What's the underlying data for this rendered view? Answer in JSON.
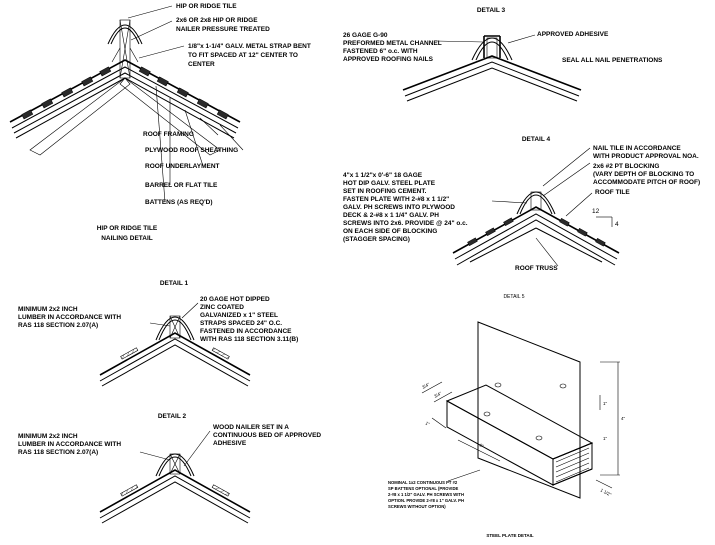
{
  "detail_top_left": {
    "callouts": [
      "HIP OR RIDGE TILE",
      "2x6 OR 2x8 HIP OR RIDGE",
      "NAILER PRESSURE TREATED",
      "1/8\"x 1-1/4\" GALV. METAL STRAP BENT",
      "TO FIT SPACED AT 12\" CENTER TO",
      "CENTER",
      "ROOF FRAMING",
      "PLYWOOD ROOF SHEATHING",
      "ROOF UNDERLAYMENT",
      "BARREL OR FLAT TILE",
      "BATTENS (AS REQ'D)"
    ],
    "caption_line1": "HIP OR RIDGE TILE",
    "caption_line2": "NAILING DETAIL"
  },
  "detail_1": {
    "title": "DETAIL 1",
    "left_lines": [
      "MINIMUM 2x2 INCH",
      "LUMBER IN ACCORDANCE WITH",
      "RAS 118 SECTION 2.07(A)"
    ],
    "right_lines": [
      "20 GAGE HOT DIPPED",
      "ZINC COATED",
      "GALVANIZED x 1\" STEEL",
      "STRAPS SPACED 24\" O.C.",
      "FASTENED IN ACCORDANCE",
      "WITH RAS 118 SECTION 3.11(B)"
    ]
  },
  "detail_2": {
    "title": "DETAIL 2",
    "left_lines": [
      "MINIMUM 2x2 INCH",
      "LUMBER IN ACCORDANCE WITH",
      "RAS 118 SECTION 2.07(A)"
    ],
    "right_lines": [
      "WOOD NAILER SET IN A",
      "CONTINUOUS BED OF APPROVED",
      "ADHESIVE"
    ]
  },
  "detail_3": {
    "title": "DETAIL 3",
    "left_lines": [
      "26 GAGE G-90",
      "PREFORMED METAL CHANNEL",
      "FASTENED 6\" o.c. WITH",
      "APPROVED ROOFING NAILS"
    ],
    "adhesive": "APPROVED ADHESIVE",
    "seal": "SEAL ALL NAIL PENETRATIONS"
  },
  "detail_4": {
    "title": "DETAIL 4",
    "left_lines": [
      "4\"x 1 1/2\"x 0'-6\" 18 GAGE",
      "HOT DIP GALV. STEEL PLATE",
      "SET IN ROOFING CEMENT.",
      "FASTEN PLATE WITH 2-#8 x 1 1/2\"",
      "GALV. PH SCREWS INTO PLYWOOD",
      "DECK & 2-#8 x 1 1/4\" GALV. PH",
      "SCREWS INTO 2x6. PROVIDE @ 24\" o.c.",
      "ON EACH SIDE OF BLOCKING",
      "(STAGGER SPACING)"
    ],
    "nail_lines": [
      "NAIL TILE IN ACCORDANCE",
      "WITH PRODUCT APPROVAL NOA."
    ],
    "blocking_lines": [
      "2x6 #2 PT BLOCKING",
      "(VARY DEPTH OF BLOCKING TO",
      "ACCOMMODATE PITCH OF ROOF)"
    ],
    "roof_tile": "ROOF TILE",
    "pitch_run": "12",
    "pitch_rise": "4",
    "roof_truss": "ROOF TRUSS"
  },
  "detail_5": {
    "title": "DETAIL 5"
  },
  "steel_plate": {
    "note_lines": [
      "NOMINAL 1x2 CONTINUOUS PT #2",
      "SP BATTENS OPTIONAL (PROVIDE",
      "2-#8 x 1 1/2\" GALV. PH SCREWS WITH",
      "OPTION. PROVIDE 2-#8 x 1\" GALV. PH",
      "SCREWS WITHOUT OPTION)"
    ],
    "dims": [
      "3/4\"",
      "3/4\"",
      "1\"",
      "1\"",
      "6\"",
      "4\"",
      "1 1/2\"",
      "1\""
    ],
    "caption": "STEEL PLATE DETAIL"
  }
}
